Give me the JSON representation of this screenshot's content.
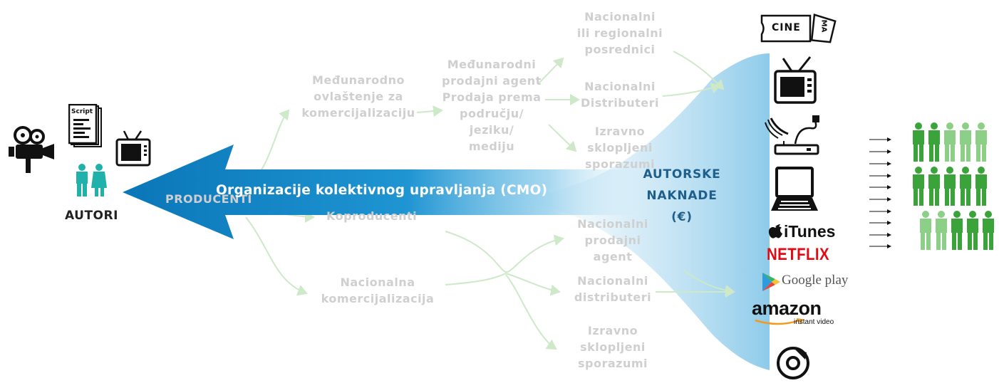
{
  "authors": {
    "label": "AUTORI",
    "script_label": "Script"
  },
  "cmo_arrow": {
    "label": "Organizacije kolektivnog upravljanja (CMO)",
    "color": "#0a7fc4"
  },
  "royalties": {
    "label": "AUTORSKE\nNAKNADE\n(€)"
  },
  "chain": {
    "producers": "PRODUCENTI",
    "coproducers": "Koproducenti",
    "intl_authorization": "Međunarodno\novlaštenje za\nkomercijalizaciju",
    "intl_sales_agent": "Međunarodni\nprodajni agent\nProdaja prema\npodručju/\njeziku/\nmediju",
    "national_commercialization": "Nacionalna\nkomercijalizacija",
    "national_regional_intermediaries": "Nacionalni\nili regionalni\nposrednici",
    "national_distributors_top": "Nacionalni\nDistributeri",
    "direct_agreements_top": "Izravno\nsklopljeni\nsporazumi",
    "national_sales_agent": "Nacionalni\nprodajni\nagent",
    "national_distributors_bottom": "Nacionalni\ndistributeri",
    "direct_agreements_bottom": "Izravno\nsklopljeni\nsporazumi"
  },
  "channels": {
    "cinema_ticket": "CINE",
    "cinema_ticket_stub": "MA",
    "itunes": "iTunes",
    "netflix": "NETFLIX",
    "google_play": "Google play",
    "amazon": "amazon",
    "amazon_sub": "instant video"
  },
  "audience": {
    "colors": {
      "dark": "#3aa33a",
      "light": "#8ccf86"
    }
  }
}
